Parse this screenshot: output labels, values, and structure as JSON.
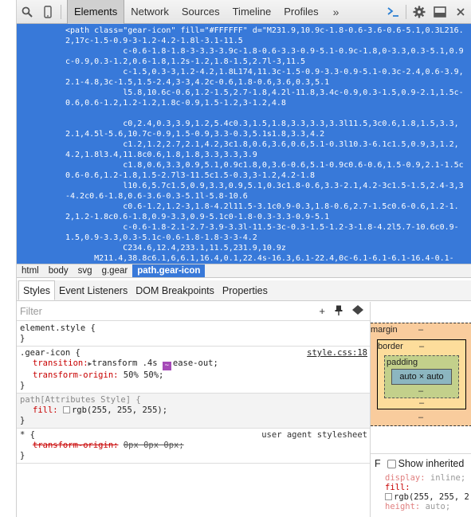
{
  "toolbar": {
    "tabs": [
      "Elements",
      "Network",
      "Sources",
      "Timeline",
      "Profiles"
    ],
    "more": "»"
  },
  "source": {
    "code": "<path class=\"gear-icon\" fill=\"#FFFFFF\" d=\"M231.9,10.9c-1.8-0.6-3.6-0.6-5.1,0.3L216.2,17c-1.5-0.9-3-1.2-4.2-1.8l-3.1-11.5\n            c-0.6-1.8-1.8-3-3.3-3.9c-1.8-0.6-3.3-0.9-5.1-0.9c-1.8,0-3.3,0.3-5.1,0.9c-0.9,0.3-1.2,0.6-1.8,1.2s-1.2,1.8-1.5,2.7l-3,11.5\n            c-1.5,0.3-3,1.2-4.2,1.8L174,11.3c-1.5-0.9-3.3-0.9-5.1-0.3c-2.4,0.6-3.9,2.1-4.8,3c-1.5,1.5-2.4,3-3,4.2c-0.6,1.8-0.6,3.6,0.3,5.1\n            l5.8,10.6c-0.6,1.2-1.5,2.7-1.8,4.2l-11.8,3.4c-0.9,0.3-1.5,0.9-2.1,1.5c-0.6,0.6-1.2,1.2-1.2,1.8c-0.9,1.5-1.2,3-1.2,4.8\n\n            c0,2.4,0.3,3.9,1.2,5.4c0.3,1.5,1.8,3.3,3.3,3.3l11.5,3c0.6,1.8,1.5,3.3,2.1,4.5l-5.6,10.7c-0.9,1.5-0.9,3.3-0.3,5.1s1.8,3.3,4.2\n            c1.2,1.2,2.7,2.1,4.2,3c1.8,0.6,3.6,0.6,5.1-0.3l10.3-6.1c1.5,0.9,3,1.2,4.2,1.8l3.4,11.8c0.6,1.8,1.8,3.3,3.3,3.9\n            c1.8,0.6,3.3,0.9,5.1,0.9c1.8,0,3.6-0.6,5.1-0.9c0.6-0.6,1.5-0.9,2.1-1.5c0.6-0.6,1.2-1.8,1.5-2.7l3-11.5c1.5-0.3,3-1.2,4.2-1.8\n            l10.6,5.7c1.5,0.9,3.3,0.9,5.1,0.3c1.8-0.6,3.3-2.1,4.2-3c1.5-1.5,2.4-3,3-4.2c0.6-1.8,0.6-3.6-0.3-5.1l-5.8-10.6\n            c0.6-1.2,1.2-3,1.8-4.2l11.5-3.1c0.9-0.3,1.8-0.6,2.7-1.5c0.6-0.6,1.2-1.2,1.2-1.8c0.6-1.8,0.9-3.3,0.9-5.1c0-1.8-0.3-3.3-0.9-5.1\n            c-0.6-1.8-2.1-2.7-3.9-3.3l-11.5-3c-0.3-1.5-1.2-3-1.8-4.2l5.7-10.6c0.9-1.5,0.9-3.3,0.3-5.1c-0.6-1.8-1.8-3-3-4.2\n            C234.6,12.4,233.1,11.5,231.9,10.9z\n      M211.4,38.8c6.1,6,6.1,16.4,0.1,22.4s-16.3,6.1-22.4,0c-6.1-6.1-6.1-16.4-0.1-"
  },
  "breadcrumb": [
    "html",
    "body",
    "svg",
    "g.gear",
    "path.gear-icon"
  ],
  "styles_tabs": [
    "Styles",
    "Event Listeners",
    "DOM Breakpoints",
    "Properties"
  ],
  "filter": {
    "placeholder": "Filter",
    "new_rule": "+",
    "toggle_state": "📌",
    "color_format": "◆"
  },
  "rules": {
    "element_style": {
      "selector": "element.style {",
      "close": "}"
    },
    "gear_icon": {
      "selector": ".gear-icon {",
      "source": "style.css:18",
      "transition_prop": "transition:",
      "transition_val": "transform .4s",
      "transition_easing": "ease-out;",
      "origin_prop": "transform-origin:",
      "origin_val": "50% 50%;",
      "close": "}"
    },
    "attr_style": {
      "selector": "path[Attributes Style] {",
      "fill_prop": "fill:",
      "fill_val": "rgb(255, 255, 255);",
      "close": "}"
    },
    "ua": {
      "selector": "* {",
      "source": "user agent stylesheet",
      "origin_prop": "transform-origin:",
      "origin_val": "0px 0px 0px;",
      "close": "}"
    }
  },
  "boxmodel": {
    "margin_label": "margin",
    "border_label": "border",
    "padding_label": "padding",
    "content": "auto × auto",
    "dash": "–"
  },
  "computed": {
    "filter_letter": "F",
    "show_inherited": "Show inherited",
    "display_prop": "display:",
    "display_val": "inline;",
    "fill_prop": "fill:",
    "fill_val": "rgb(255, 255, 2",
    "height_prop": "height:",
    "height_val": "auto;"
  },
  "colors": {
    "selection": "#3879d9",
    "margin": "#f9cc9d",
    "border": "#fddd9b",
    "padding": "#c3d08b",
    "content": "#8cb6c0"
  }
}
